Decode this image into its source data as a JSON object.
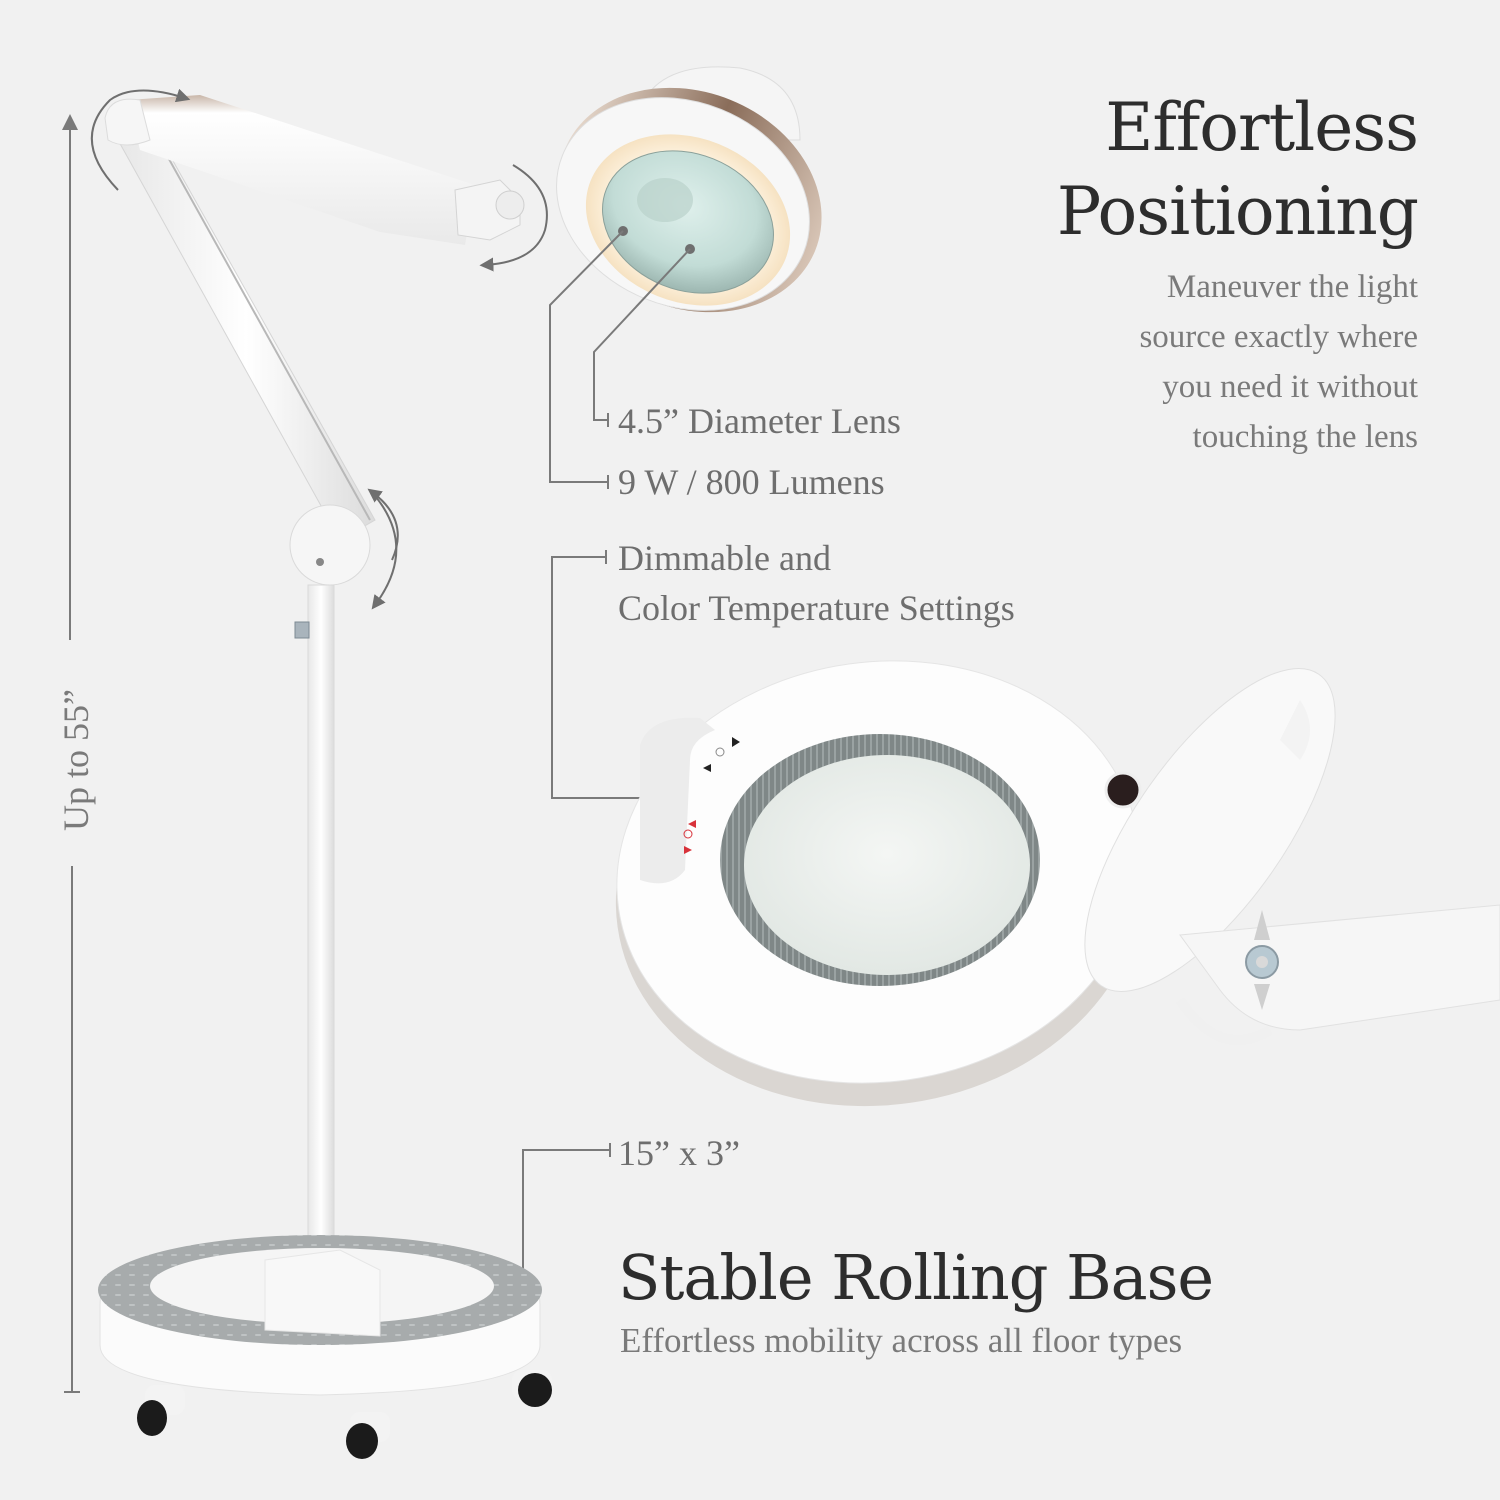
{
  "headline_top": {
    "line1": "Effortless",
    "line2": "Positioning",
    "description_lines": [
      "Maneuver the light",
      "source exactly where",
      "you need it without",
      "touching the lens"
    ]
  },
  "callouts": {
    "lens": "4.5” Diameter Lens",
    "power": "9 W / 800 Lumens",
    "settings_line1": "Dimmable and",
    "settings_line2": "Color Temperature Settings",
    "base_size": "15” x 3”"
  },
  "height_label": "Up to 55”",
  "headline_bottom": {
    "title": "Stable Rolling Base",
    "description": "Effortless mobility across all floor types"
  },
  "colors": {
    "background": "#f1f1f1",
    "title_text": "#2d2d2d",
    "body_text": "#7a7a7a",
    "callout_line": "#7a7a7a",
    "lamp_white": "#ffffff",
    "base_ring_gray": "#a9adae",
    "lens_ring_gray": "#7d8585",
    "caster_black": "#1b1b1b",
    "indicator_red": "#d8323a"
  }
}
